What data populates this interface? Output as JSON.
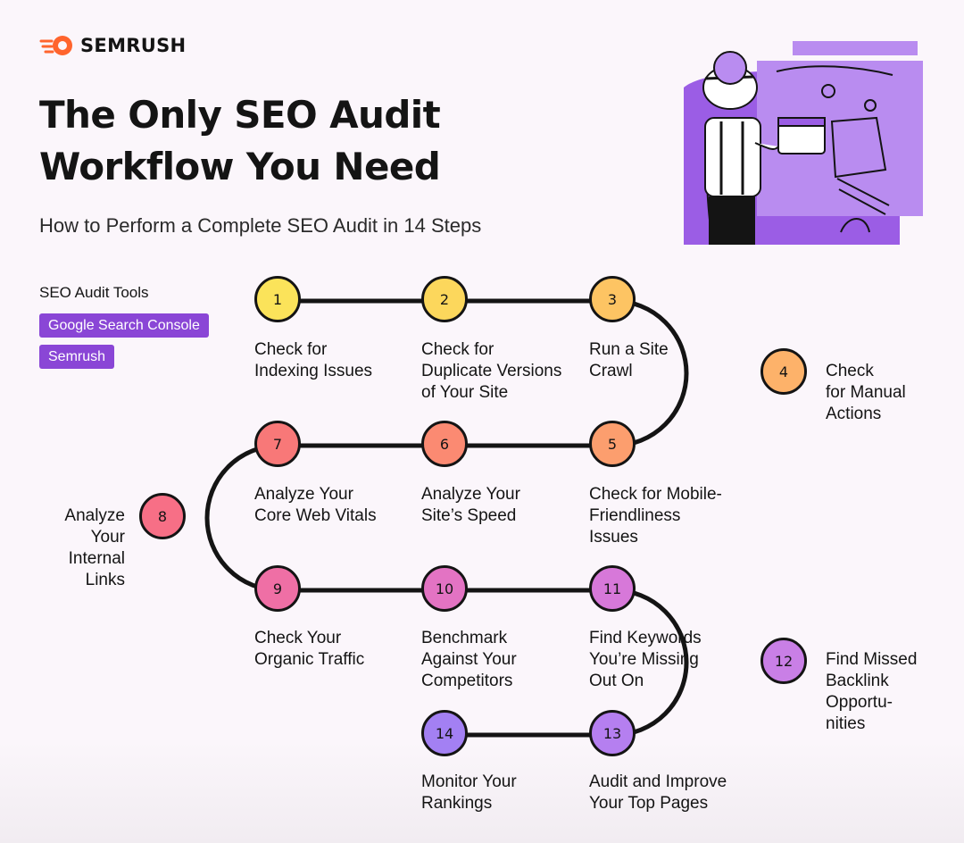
{
  "brand": {
    "name": "SEMRUSH",
    "accent": "#ff642d"
  },
  "header": {
    "title_line1": "The Only SEO Audit",
    "title_line2": "Workflow You Need",
    "subtitle": "How to Perform a Complete SEO Audit in 14 Steps"
  },
  "tools": {
    "heading": "SEO Audit Tools",
    "items": [
      "Google Search Console",
      "Semrush"
    ],
    "color": "#8a46d6"
  },
  "steps": [
    {
      "n": "1",
      "lines": [
        "Check for",
        "Indexing Issues"
      ],
      "color": "#fbe35a"
    },
    {
      "n": "2",
      "lines": [
        "Check for",
        "Duplicate Versions",
        "of Your Site"
      ],
      "color": "#fcd75c"
    },
    {
      "n": "3",
      "lines": [
        "Run a Site",
        "Crawl"
      ],
      "color": "#fdc463"
    },
    {
      "n": "4",
      "lines": [
        "Check",
        "for Manual",
        "Actions"
      ],
      "color": "#fdb26a"
    },
    {
      "n": "5",
      "lines": [
        "Check for Mobile-",
        "Friendliness",
        "Issues"
      ],
      "color": "#fc9e6e"
    },
    {
      "n": "6",
      "lines": [
        "Analyze Your",
        "Site’s Speed"
      ],
      "color": "#fb8a72"
    },
    {
      "n": "7",
      "lines": [
        "Analyze Your",
        "Core Web Vitals"
      ],
      "color": "#f87878"
    },
    {
      "n": "8",
      "lines": [
        "Analyze",
        "Your",
        "Internal",
        "Links"
      ],
      "color": "#f76f86"
    },
    {
      "n": "9",
      "lines": [
        "Check Your",
        "Organic Traffic"
      ],
      "color": "#ef6fa5"
    },
    {
      "n": "10",
      "lines": [
        "Benchmark",
        "Against Your",
        "Competitors"
      ],
      "color": "#e373c3"
    },
    {
      "n": "11",
      "lines": [
        "Find Keywords",
        "You’re Missing",
        "Out On"
      ],
      "color": "#d778d9"
    },
    {
      "n": "12",
      "lines": [
        "Find Missed",
        "Backlink",
        "Opportu-",
        "nities"
      ],
      "color": "#c97fe6"
    },
    {
      "n": "13",
      "lines": [
        "Audit and Improve",
        "Your Top Pages"
      ],
      "color": "#b57ff0"
    },
    {
      "n": "14",
      "lines": [
        "Monitor Your",
        "Rankings"
      ],
      "color": "#a380f3"
    }
  ]
}
